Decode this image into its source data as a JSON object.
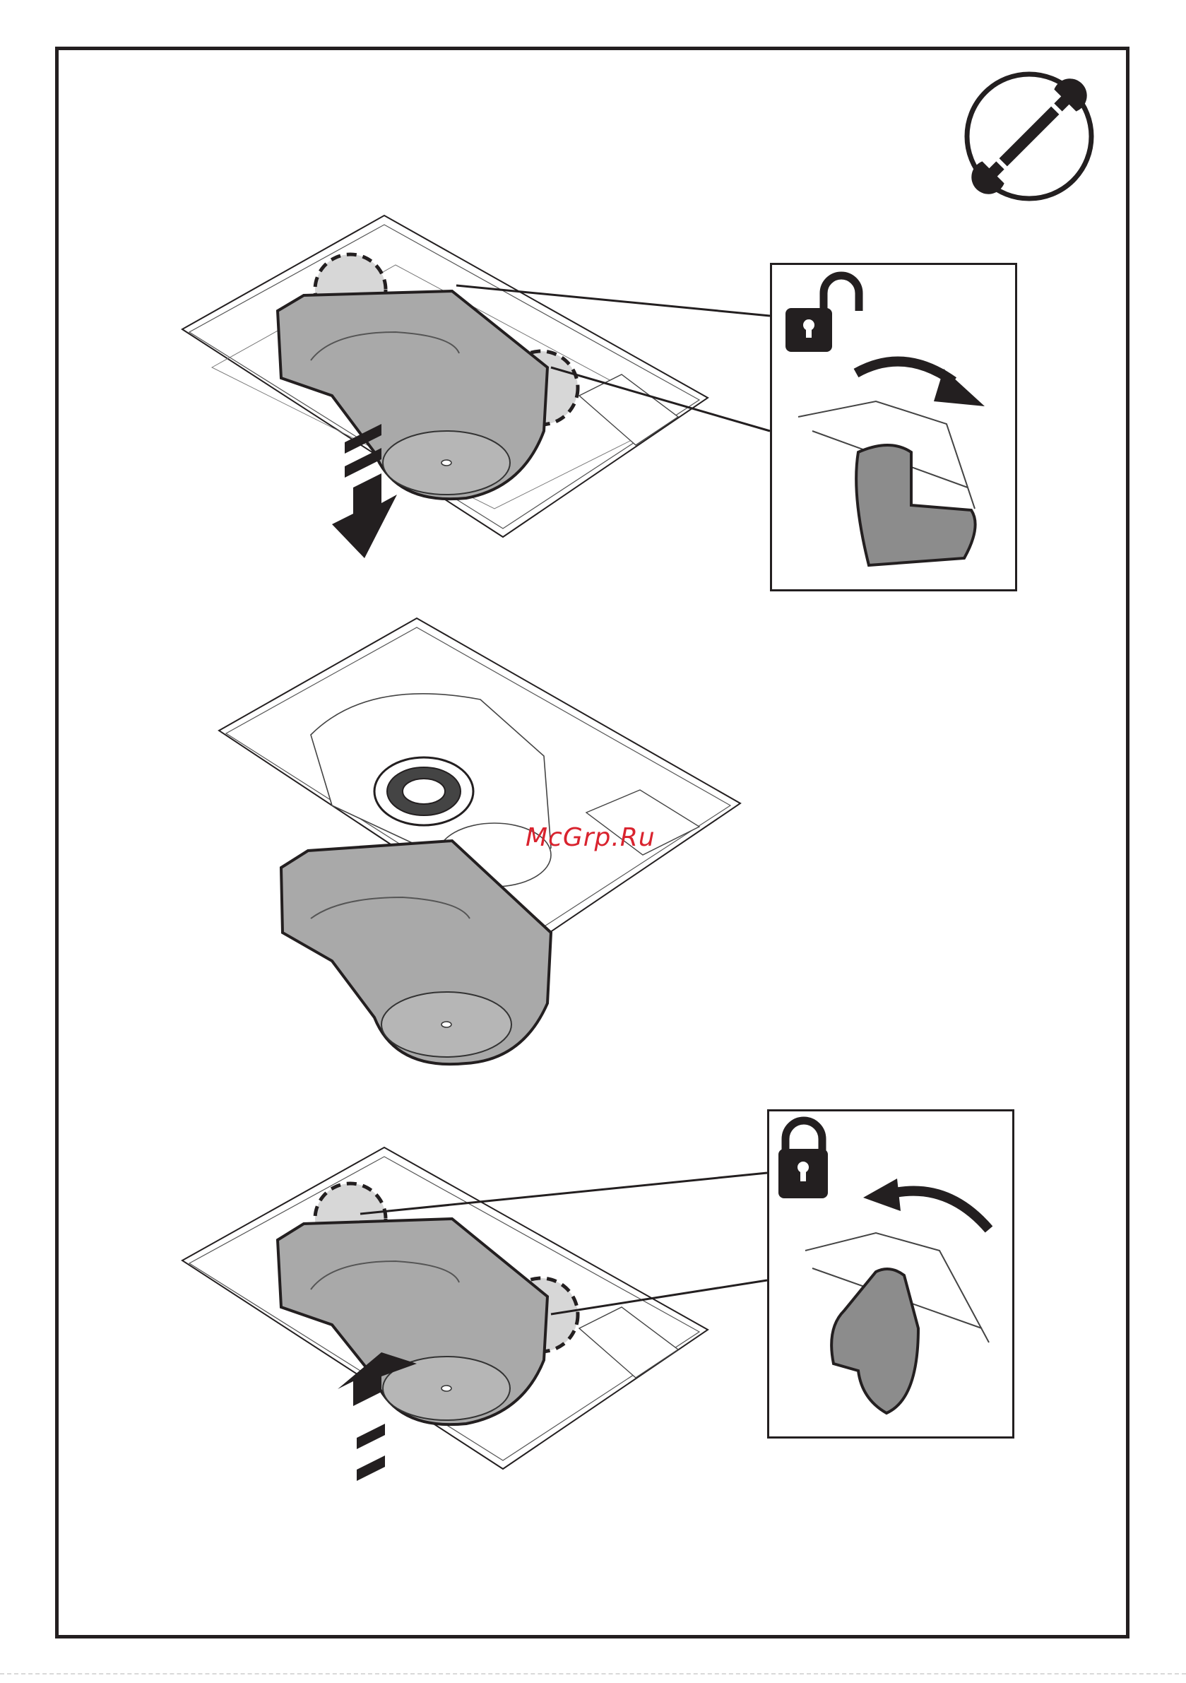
{
  "page": {
    "watermark_text": "McGrp.Ru"
  },
  "colors": {
    "line": "#231f20",
    "filter_fill": "#a9a9a9",
    "filter_fill_dark": "#8c8c8c",
    "highlight": "#d7d7d7",
    "watermark": "#d9232e"
  },
  "icons": {
    "tool": "wrench-icon",
    "unlock": "padlock-open-icon",
    "lock": "padlock-closed-icon",
    "arrow_down": "arrow-down-icon",
    "arrow_up": "arrow-up-icon",
    "rotate_cw": "rotate-clockwise-icon",
    "rotate_ccw": "rotate-counterclockwise-icon"
  },
  "steps": [
    {
      "action": "unlock",
      "motion": "down",
      "rotation": "clockwise"
    },
    {
      "action": "remove"
    },
    {
      "action": "lock",
      "motion": "up",
      "rotation": "counterclockwise"
    }
  ]
}
